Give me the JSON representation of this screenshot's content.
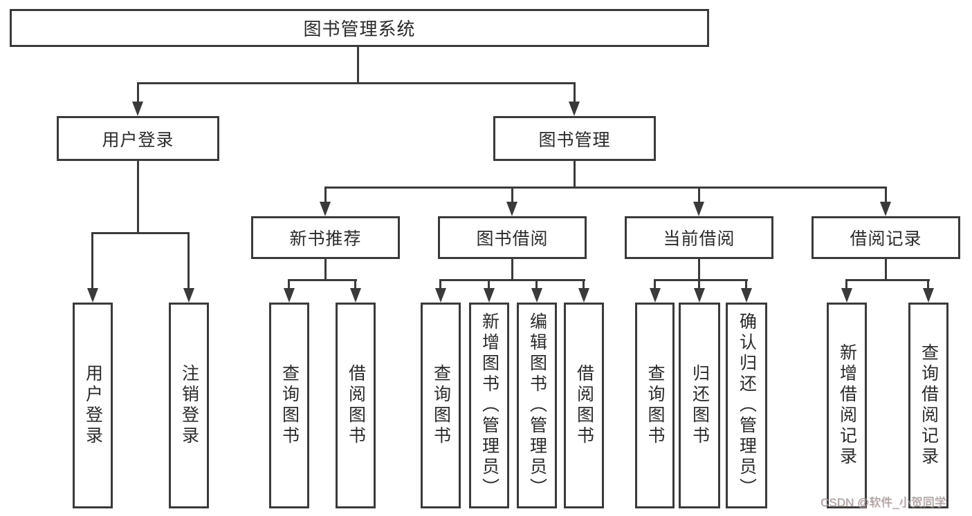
{
  "tree": {
    "root": {
      "label": "图书管理系统",
      "children": [
        {
          "label": "用户登录",
          "children": [
            {
              "label": "用户登录"
            },
            {
              "label": "注销登录"
            }
          ]
        },
        {
          "label": "图书管理",
          "children": [
            {
              "label": "新书推荐",
              "children": [
                {
                  "label": "查询图书"
                },
                {
                  "label": "借阅图书"
                }
              ]
            },
            {
              "label": "图书借阅",
              "children": [
                {
                  "label": "查询图书"
                },
                {
                  "label": "新增图书（管理员）"
                },
                {
                  "label": "编辑图书（管理员）"
                },
                {
                  "label": "借阅图书"
                }
              ]
            },
            {
              "label": "当前借阅",
              "children": [
                {
                  "label": "查询图书"
                },
                {
                  "label": "归还图书"
                },
                {
                  "label": "确认归还（管理员）"
                }
              ]
            },
            {
              "label": "借阅记录",
              "children": [
                {
                  "label": "新增借阅记录"
                },
                {
                  "label": "查询借阅记录"
                }
              ]
            }
          ]
        }
      ]
    }
  },
  "watermark": {
    "text": "CSDN @软件_小贺同学"
  },
  "colors": {
    "line": "#3a3a3a",
    "box_border": "#3a3a3a",
    "text": "#2a2a2a",
    "watermark": "#9f9f9f",
    "background": "#ffffff"
  }
}
